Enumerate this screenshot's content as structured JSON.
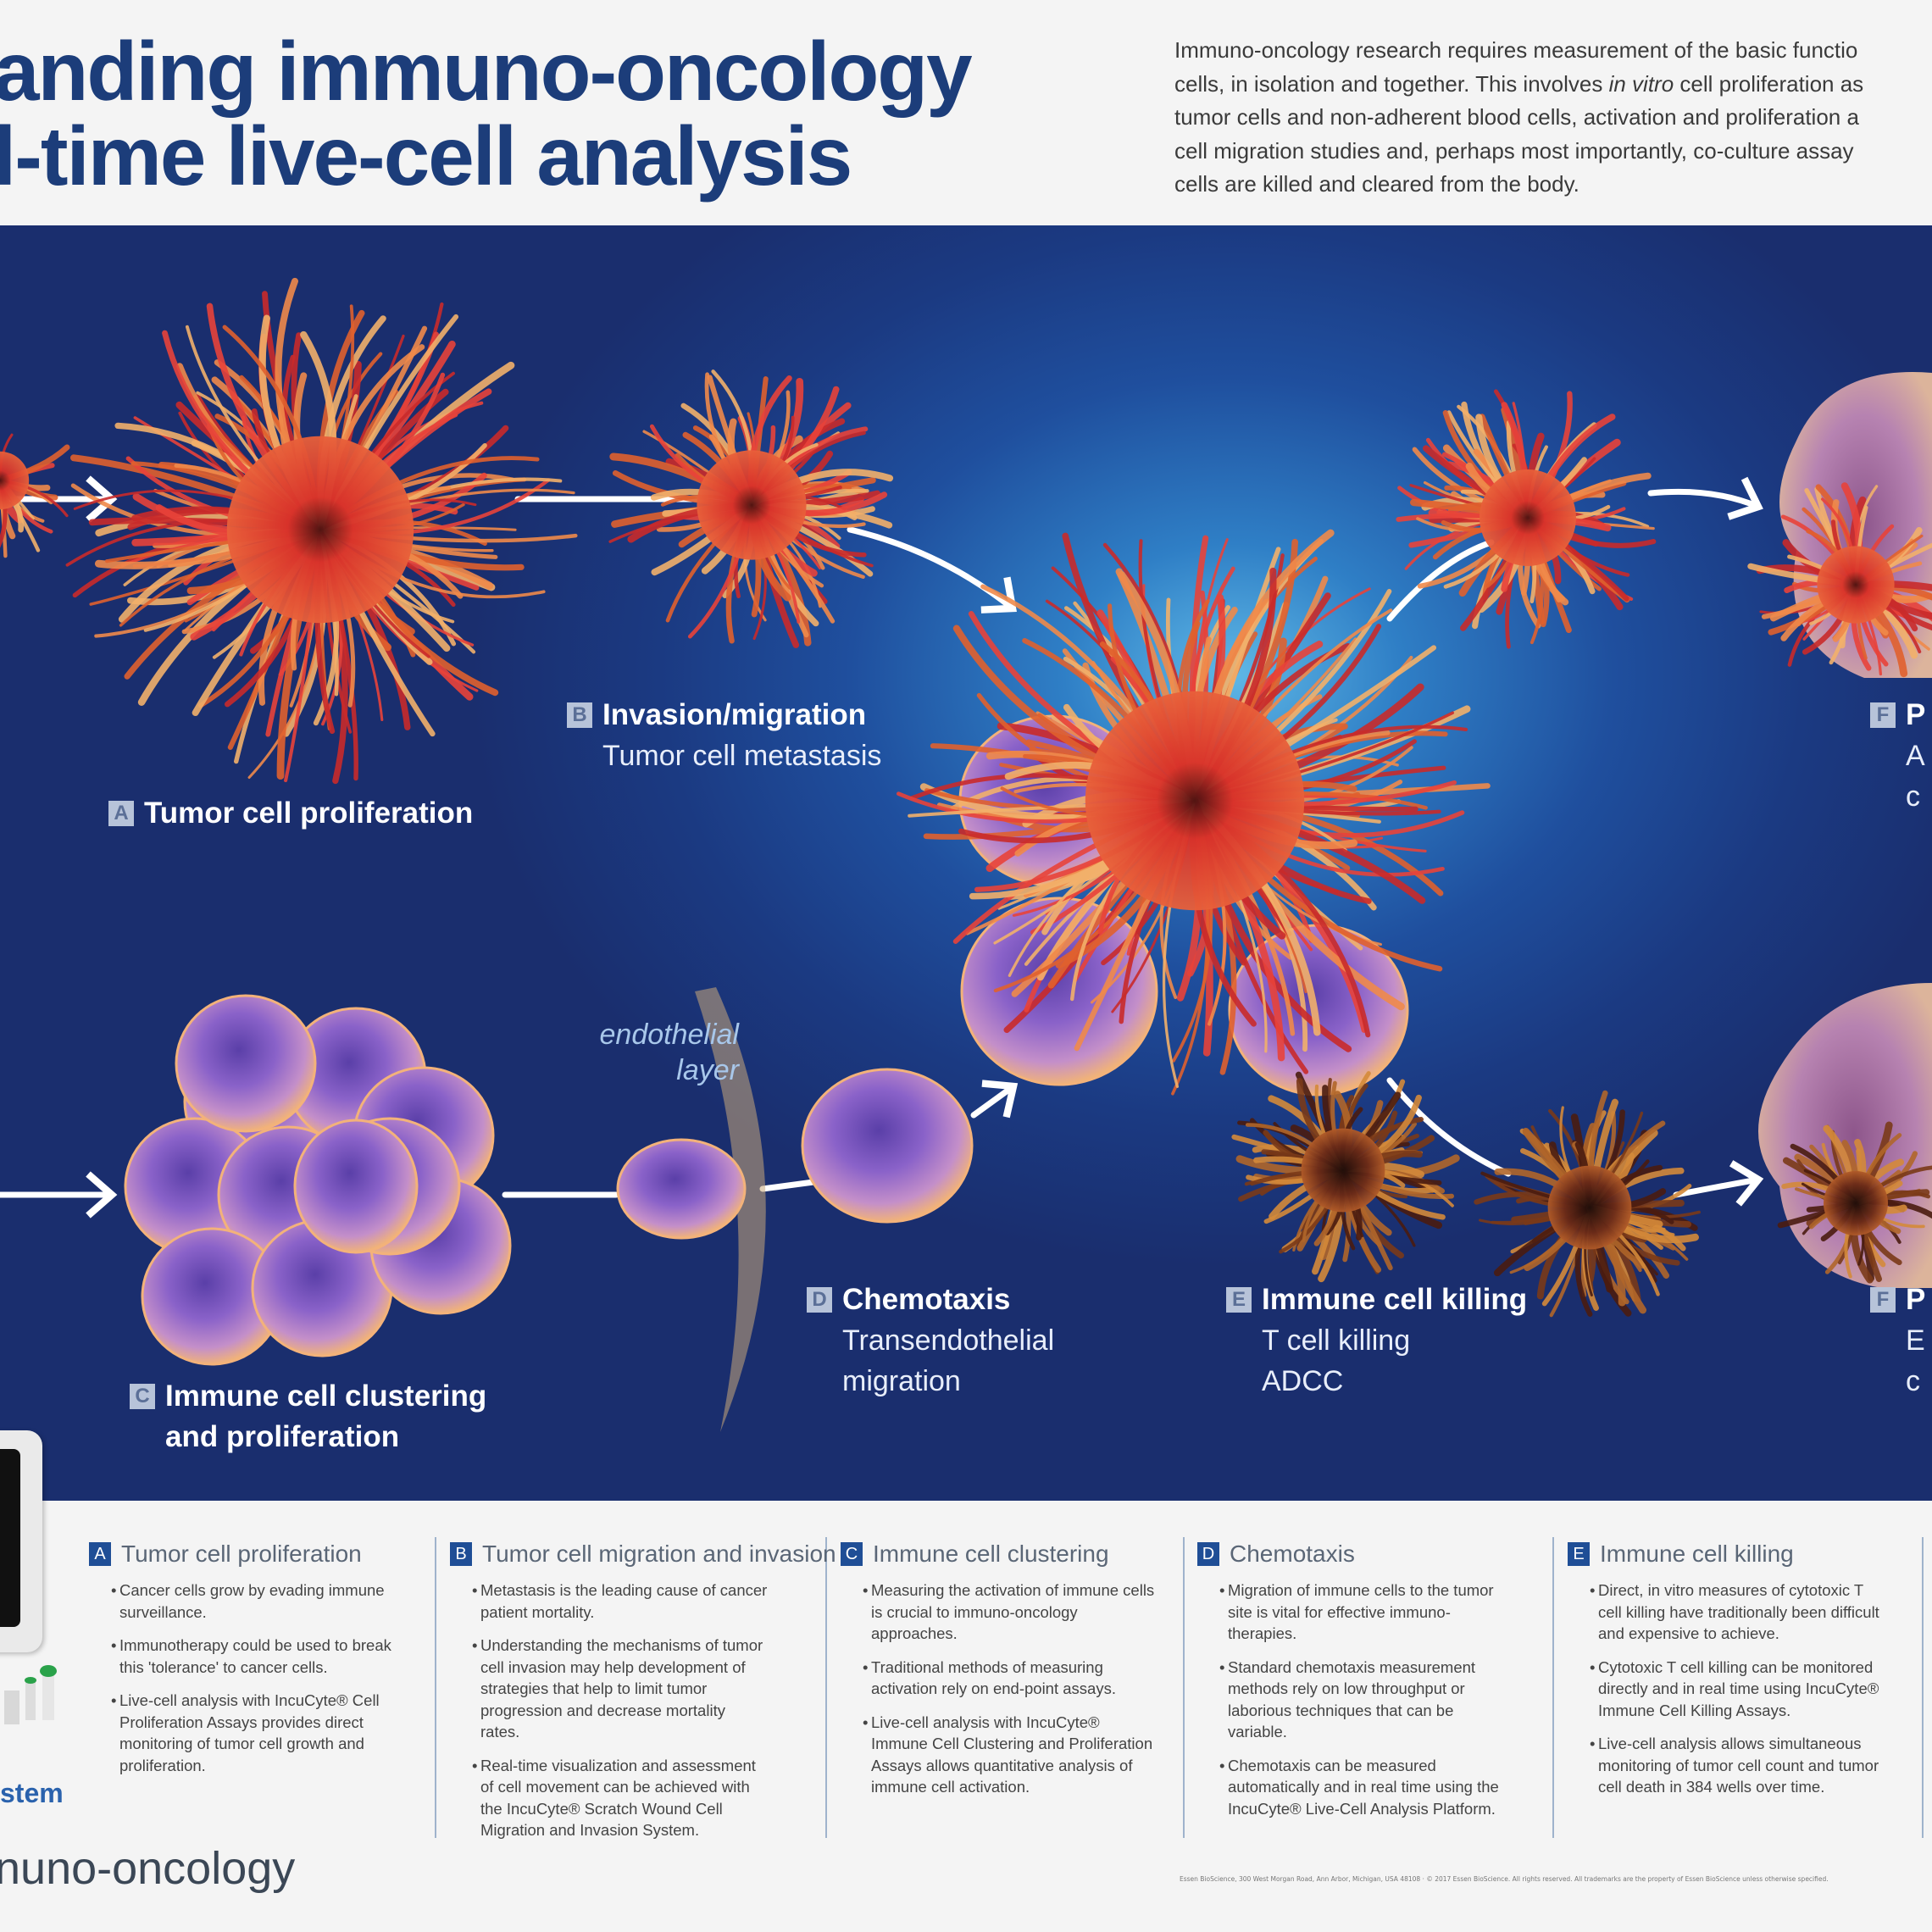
{
  "header": {
    "title_line1": "anding immuno-oncology",
    "title_line2": "l-time live-cell analysis",
    "intro_lines": [
      "Immuno-oncology research requires measurement of the basic functio",
      "cells, in isolation and together. This involves ",
      "in vitro",
      " cell proliferation as",
      "tumor cells and non-adherent blood cells, activation and proliferation a",
      "cell migration studies and, perhaps most importantly, co-culture assay",
      "cells are killed and cleared from the body."
    ]
  },
  "diagram": {
    "labels": {
      "A": {
        "badge": "A",
        "title": "Tumor cell proliferation"
      },
      "B": {
        "badge": "B",
        "title": "Invasion/migration",
        "sub": "Tumor cell metastasis"
      },
      "C": {
        "badge": "C",
        "title": "Immune cell clustering",
        "title2": "and proliferation"
      },
      "D": {
        "badge": "D",
        "title": "Chemotaxis",
        "sub": "Transendothelial",
        "sub2": "migration"
      },
      "E": {
        "badge": "E",
        "title": "Immune cell killing",
        "sub": "T cell killing",
        "sub2": "ADCC"
      },
      "F1": {
        "badge": "F",
        "title": "P",
        "sub": "A",
        "sub2": "c"
      },
      "F2": {
        "badge": "F",
        "title": "P",
        "sub": "E",
        "sub2": "c"
      }
    },
    "endothelial_line1": "endothelial",
    "endothelial_line2": "layer",
    "colors": {
      "background": "#1b3a82",
      "glow": "#5fb8e6",
      "tumor": "#d8322a",
      "immune": "#7a5bc0"
    }
  },
  "columns": [
    {
      "badge": "A",
      "title": "Tumor cell proliferation",
      "bullets": [
        "Cancer cells grow by evading immune surveillance.",
        "Immunotherapy could be used to break this 'tolerance' to cancer cells.",
        "Live-cell analysis with IncuCyte® Cell Proliferation Assays provides direct monitoring of tumor cell growth and proliferation."
      ]
    },
    {
      "badge": "B",
      "title": "Tumor cell migration and invasion",
      "bullets": [
        "Metastasis is the leading cause of cancer patient mortality.",
        "Understanding the mechanisms of tumor cell invasion may help development of strategies that help to limit tumor progression and decrease mortality rates.",
        "Real-time visualization and assessment of cell movement can be achieved with the IncuCyte® Scratch Wound Cell Migration and Invasion System."
      ]
    },
    {
      "badge": "C",
      "title": "Immune cell clustering",
      "bullets": [
        "Measuring the activation of immune cells is crucial to immuno-oncology approaches.",
        "Traditional methods of measuring activation rely on end-point assays.",
        "Live-cell analysis with IncuCyte® Immune Cell Clustering and Proliferation Assays allows quantitative analysis of immune cell activation."
      ]
    },
    {
      "badge": "D",
      "title": "Chemotaxis",
      "bullets": [
        "Migration of immune cells to the tumor site is vital for effective immuno-therapies.",
        "Standard chemotaxis measurement methods rely on low throughput or laborious techniques that can be variable.",
        "Chemotaxis can be measured automatically and in real time using the IncuCyte® Live-Cell Analysis Platform."
      ]
    },
    {
      "badge": "E",
      "title": "Immune cell killing",
      "bullets": [
        "Direct, in vitro measures of cytotoxic T cell killing have traditionally been difficult and expensive to achieve.",
        "Cytotoxic T cell killing can be monitored directly and in real time using IncuCyte® Immune Cell Killing Assays.",
        "Live-cell analysis allows simultaneous monitoring of tumor cell count and tumor cell death in 384 wells over time."
      ]
    }
  ],
  "left_panel": {
    "system_label": "stem",
    "bottom_title": "nuno-oncology"
  },
  "footer": "Essen BioScience, 300 West Morgan Road, Ann Arbor, Michigan, USA 48108 · © 2017 Essen BioScience. All rights reserved. All trademarks are the property of Essen BioScience unless otherwise specified."
}
